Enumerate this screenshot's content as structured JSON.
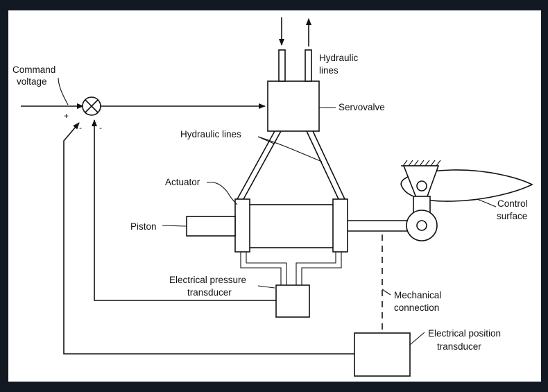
{
  "labels": {
    "command_voltage": [
      "Command",
      "voltage"
    ],
    "hydraulic_lines_top": [
      "Hydraulic",
      "lines"
    ],
    "servovalve": "Servovalve",
    "hydraulic_lines_mid": "Hydraulic lines",
    "actuator": "Actuator",
    "piston": "Piston",
    "control_surface": [
      "Control",
      "surface"
    ],
    "electrical_pressure_transducer": [
      "Electrical pressure",
      "transducer"
    ],
    "mechanical_connection": [
      "Mechanical",
      "connection"
    ],
    "electrical_position_transducer": [
      "Electrical position",
      "transducer"
    ]
  },
  "signs": {
    "plus": "+",
    "minus_pressure": "-",
    "minus_position": "-"
  }
}
